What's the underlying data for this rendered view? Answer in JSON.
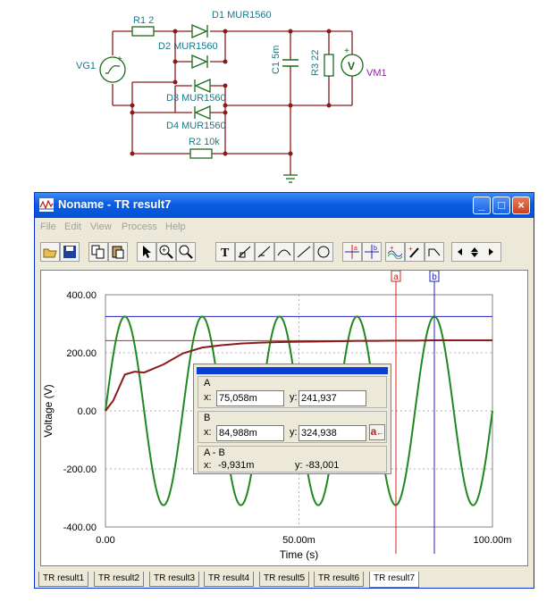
{
  "schematic": {
    "r1": "R1 2",
    "d1": "D1 MUR1560",
    "d2": "D2 MUR1560",
    "d3": "D3 MUR1560",
    "d4": "D4 MUR1560",
    "r2": "R2 10k",
    "c1": "C1 5m",
    "r3": "R3 22",
    "vg1": "VG1",
    "vm1": "VM1",
    "vm_symbol": "V",
    "plus": "+"
  },
  "window": {
    "title": "Noname - TR result7",
    "menu": [
      "File",
      "Edit",
      "View",
      "Process",
      "Help"
    ],
    "tabs": [
      "TR result1",
      "TR result2",
      "TR result3",
      "TR result4",
      "TR result5",
      "TR result6",
      "TR result7"
    ],
    "active_tab": 6,
    "toolbar_icons": [
      "open-icon",
      "save-icon",
      "copy-icon",
      "paste-icon",
      "pointer-icon",
      "zoom-in-icon",
      "zoom-100-icon",
      "text-icon",
      "line-tool-icon",
      "line-tool-2-icon",
      "curve-icon",
      "line-icon",
      "circle-icon",
      "cursor-a-icon",
      "cursor-b-icon",
      "add-curve-icon",
      "marker-icon",
      "slope-icon",
      "arrows-icon"
    ]
  },
  "cursor_panel": {
    "a": {
      "label": "A",
      "x_label": "x:",
      "y_label": "y:",
      "x": "75,058m",
      "y": "241,937"
    },
    "b": {
      "label": "B",
      "x_label": "x:",
      "y_label": "y:",
      "x": "84,988m",
      "y": "324,938"
    },
    "diff": {
      "label": "A - B",
      "x_label": "x:",
      "y_label": "y:",
      "x": "-9,931m",
      "y": "-83,001"
    },
    "button_label": "a"
  },
  "chart_data": {
    "type": "line",
    "xlabel": "Time (s)",
    "ylabel": "Voltage (V)",
    "xlim": [
      0,
      0.1
    ],
    "ylim": [
      -400,
      400
    ],
    "x_ticks": [
      0,
      0.05,
      0.1
    ],
    "x_tick_labels": [
      "0.00",
      "50.00m",
      "100.00m"
    ],
    "y_ticks": [
      400,
      200,
      0,
      -200,
      -400
    ],
    "y_tick_labels": [
      "400.00",
      "200.00",
      "0.00",
      "-200.00",
      "-400.00"
    ],
    "grid": true,
    "series": [
      {
        "color": "#1e8a1e",
        "kind": "sine",
        "amplitude": 325,
        "frequency_hz": 50,
        "phase_deg": 0
      },
      {
        "color": "#8b1a1a",
        "kind": "rectified_rc",
        "x": [
          0,
          0.002,
          0.005,
          0.0075,
          0.01,
          0.015,
          0.02,
          0.025,
          0.03,
          0.035,
          0.04,
          0.045,
          0.05,
          0.055,
          0.06,
          0.065,
          0.07,
          0.075,
          0.08,
          0.085,
          0.09,
          0.095,
          0.1
        ],
        "y": [
          0,
          35,
          125,
          135,
          132,
          160,
          198,
          218,
          226,
          232,
          235,
          237,
          238,
          239,
          240,
          241,
          241,
          242,
          242,
          243,
          243,
          243,
          243
        ]
      }
    ],
    "cursors": [
      {
        "label": "a",
        "x": 0.075058,
        "y": 241.937,
        "color": "#d02020"
      },
      {
        "label": "b",
        "x": 0.084988,
        "y": 324.938,
        "color": "#2020c0"
      }
    ]
  }
}
